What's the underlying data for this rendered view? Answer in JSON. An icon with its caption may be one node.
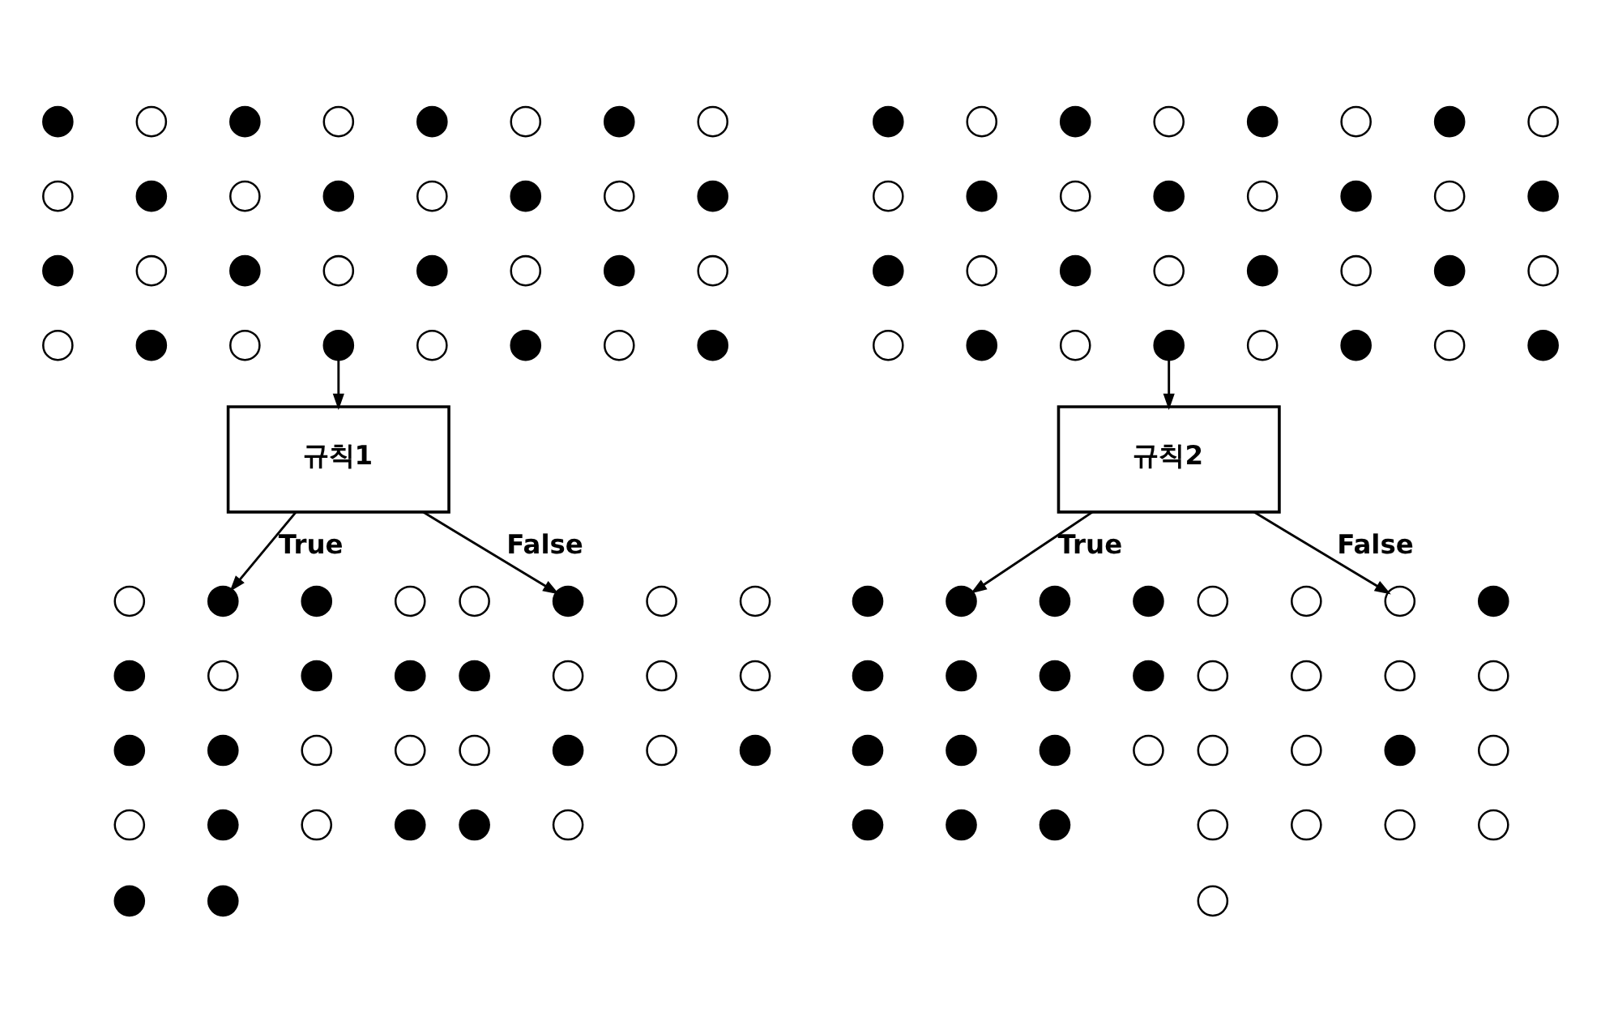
{
  "diagram": {
    "nodes": [
      {
        "text": [],
        "shape": "dot"
      },
      {
        "text": [],
        "shape": "circle"
      },
      {
        "text": [],
        "shape": "dot"
      },
      {
        "text": [],
        "shape": "circle"
      },
      {
        "text": [],
        "shape": "dot"
      },
      {
        "text": [],
        "shape": "circle"
      },
      {
        "text": [],
        "shape": "dot"
      },
      {
        "text": [],
        "shape": "circle"
      },
      {
        "text": [],
        "shape": "circle"
      },
      {
        "text": [],
        "shape": "dot"
      },
      {
        "text": [],
        "shape": "circle"
      },
      {
        "text": [],
        "shape": "dot"
      },
      {
        "text": [],
        "shape": "circle"
      },
      {
        "text": [],
        "shape": "dot"
      },
      {
        "text": [],
        "shape": "circle"
      },
      {
        "text": [],
        "shape": "dot"
      },
      {
        "text": [],
        "shape": "dot"
      },
      {
        "text": [],
        "shape": "circle"
      },
      {
        "text": [],
        "shape": "dot"
      },
      {
        "text": [],
        "shape": "circle"
      },
      {
        "text": [],
        "shape": "dot"
      },
      {
        "text": [],
        "shape": "circle"
      },
      {
        "text": [],
        "shape": "dot"
      },
      {
        "text": [],
        "shape": "circle"
      },
      {
        "text": [],
        "shape": "circle"
      },
      {
        "text": [],
        "shape": "dot"
      },
      {
        "text": [],
        "shape": "circle"
      },
      {
        "text": [],
        "shape": "dot"
      },
      {
        "text": [],
        "shape": "circle"
      },
      {
        "text": [],
        "shape": "dot"
      },
      {
        "text": [],
        "shape": "circle"
      },
      {
        "text": [],
        "shape": "dot"
      },
      {
        "text": [
          "규칙1"
        ]
      },
      {
        "text": [],
        "shape": "circle"
      },
      {
        "text": [],
        "shape": "dot"
      },
      {
        "text": [],
        "shape": "dot"
      },
      {
        "text": [],
        "shape": "circle"
      },
      {
        "text": [],
        "shape": "dot"
      },
      {
        "text": [],
        "shape": "circle"
      },
      {
        "text": [],
        "shape": "dot"
      },
      {
        "text": [],
        "shape": "dot"
      },
      {
        "text": [],
        "shape": "dot"
      },
      {
        "text": [],
        "shape": "dot"
      },
      {
        "text": [],
        "shape": "circle"
      },
      {
        "text": [],
        "shape": "circle"
      },
      {
        "text": [],
        "shape": "circle"
      },
      {
        "text": [],
        "shape": "dot"
      },
      {
        "text": [],
        "shape": "circle"
      },
      {
        "text": [],
        "shape": "dot"
      },
      {
        "text": [],
        "shape": "dot"
      },
      {
        "text": [],
        "shape": "dot"
      },
      {
        "text": [],
        "shape": "circle"
      },
      {
        "text": [],
        "shape": "dot"
      },
      {
        "text": [],
        "shape": "circle"
      },
      {
        "text": [],
        "shape": "circle"
      },
      {
        "text": [],
        "shape": "dot"
      },
      {
        "text": [],
        "shape": "circle"
      },
      {
        "text": [],
        "shape": "circle"
      },
      {
        "text": [],
        "shape": "circle"
      },
      {
        "text": [],
        "shape": "circle"
      },
      {
        "text": [],
        "shape": "dot"
      },
      {
        "text": [],
        "shape": "circle"
      },
      {
        "text": [],
        "shape": "dot"
      },
      {
        "text": [],
        "shape": "dot"
      },
      {
        "text": [],
        "shape": "circle"
      },
      {
        "text": [],
        "shape": "dot"
      },
      {
        "text": [],
        "shape": "circle"
      },
      {
        "text": [],
        "shape": "dot"
      },
      {
        "text": [],
        "shape": "circle"
      },
      {
        "text": [],
        "shape": "dot"
      },
      {
        "text": [],
        "shape": "circle"
      },
      {
        "text": [],
        "shape": "dot"
      },
      {
        "text": [],
        "shape": "circle"
      },
      {
        "text": [],
        "shape": "circle"
      },
      {
        "text": [],
        "shape": "dot"
      },
      {
        "text": [],
        "shape": "circle"
      },
      {
        "text": [],
        "shape": "dot"
      },
      {
        "text": [],
        "shape": "circle"
      },
      {
        "text": [],
        "shape": "dot"
      },
      {
        "text": [],
        "shape": "circle"
      },
      {
        "text": [],
        "shape": "dot"
      },
      {
        "text": [],
        "shape": "dot"
      },
      {
        "text": [],
        "shape": "circle"
      },
      {
        "text": [],
        "shape": "dot"
      },
      {
        "text": [],
        "shape": "circle"
      },
      {
        "text": [],
        "shape": "dot"
      },
      {
        "text": [],
        "shape": "circle"
      },
      {
        "text": [],
        "shape": "dot"
      },
      {
        "text": [],
        "shape": "circle"
      },
      {
        "text": [],
        "shape": "circle"
      },
      {
        "text": [],
        "shape": "dot"
      },
      {
        "text": [],
        "shape": "circle"
      },
      {
        "text": [],
        "shape": "dot"
      },
      {
        "text": [],
        "shape": "circle"
      },
      {
        "text": [],
        "shape": "dot"
      },
      {
        "text": [],
        "shape": "circle"
      },
      {
        "text": [],
        "shape": "dot"
      },
      {
        "text": [
          "규칙2"
        ]
      },
      {
        "text": [],
        "shape": "dot"
      },
      {
        "text": [],
        "shape": "dot"
      },
      {
        "text": [],
        "shape": "dot"
      },
      {
        "text": [],
        "shape": "dot"
      },
      {
        "text": [],
        "shape": "dot"
      },
      {
        "text": [],
        "shape": "dot"
      },
      {
        "text": [],
        "shape": "dot"
      },
      {
        "text": [],
        "shape": "dot"
      },
      {
        "text": [],
        "shape": "dot"
      },
      {
        "text": [],
        "shape": "dot"
      },
      {
        "text": [],
        "shape": "dot"
      },
      {
        "text": [],
        "shape": "circle"
      },
      {
        "text": [],
        "shape": "dot"
      },
      {
        "text": [],
        "shape": "dot"
      },
      {
        "text": [],
        "shape": "dot"
      },
      {
        "text": [],
        "shape": "circle"
      },
      {
        "text": [],
        "shape": "circle"
      },
      {
        "text": [],
        "shape": "circle"
      },
      {
        "text": [],
        "shape": "dot"
      },
      {
        "text": [],
        "shape": "circle"
      },
      {
        "text": [],
        "shape": "circle"
      },
      {
        "text": [],
        "shape": "circle"
      },
      {
        "text": [],
        "shape": "circle"
      },
      {
        "text": [],
        "shape": "circle"
      },
      {
        "text": [],
        "shape": "circle"
      },
      {
        "text": [],
        "shape": "dot"
      },
      {
        "text": [],
        "shape": "circle"
      },
      {
        "text": [],
        "shape": "circle"
      },
      {
        "text": [],
        "shape": "circle"
      },
      {
        "text": [],
        "shape": "circle"
      },
      {
        "text": [],
        "shape": "circle"
      },
      {
        "text": [],
        "shape": "circle"
      }
    ],
    "edges": [
      {
        "from": 27,
        "to": 32,
        "arrow": "to"
      },
      {
        "from": 32,
        "to": 34,
        "arrow": "to",
        "label": "True"
      },
      {
        "from": 32,
        "to": 52,
        "arrow": "to",
        "label": "False"
      },
      {
        "from": 92,
        "to": 97,
        "arrow": "to"
      },
      {
        "from": 97,
        "to": 99,
        "arrow": "to",
        "label": "True"
      },
      {
        "from": 97,
        "to": 115,
        "arrow": "to",
        "label": "False"
      }
    ]
  }
}
